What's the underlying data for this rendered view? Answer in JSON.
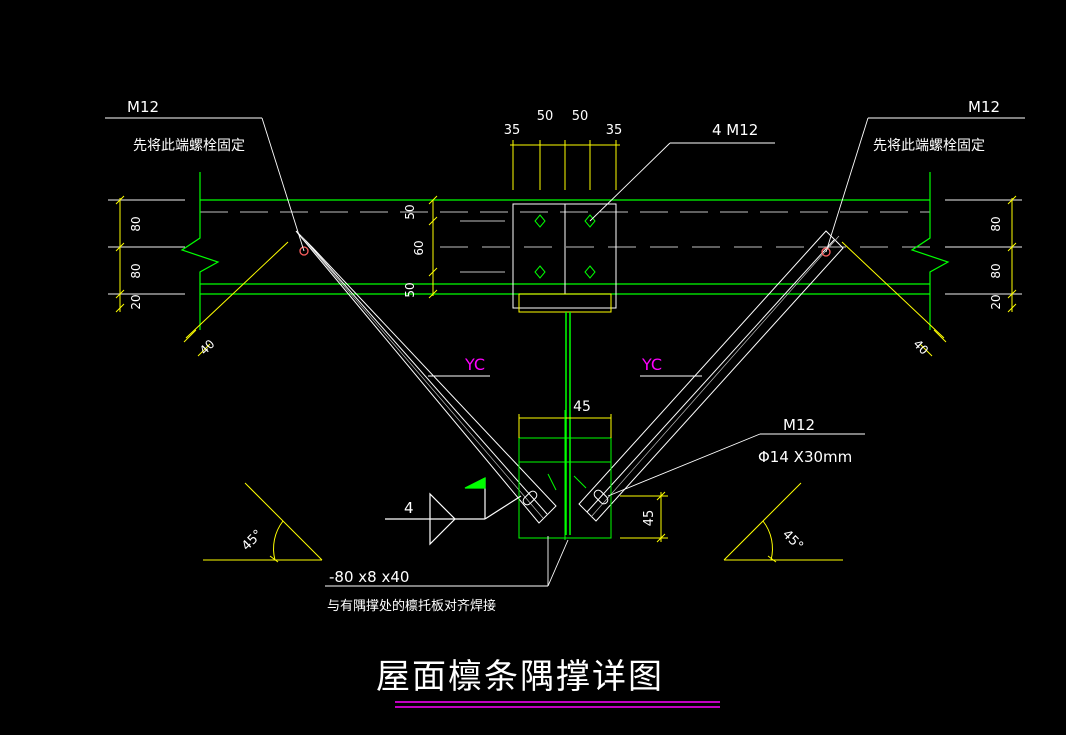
{
  "colors": {
    "background": "#000000",
    "green": "#00ff00",
    "yellow": "#ffff00",
    "white": "#ffffff",
    "magenta": "#ff00ff",
    "gray": "#c0c0c0",
    "red": "#ff0000"
  },
  "labels": {
    "bolt_left": "M12",
    "bolt_right": "M12",
    "note_left": "先将此端螺栓固定",
    "note_right": "先将此端螺栓固定",
    "bolts_center": "4 M12",
    "dim_35_left": "35",
    "dim_50_left": "50",
    "dim_50_right": "50",
    "dim_35_right": "35",
    "dim_v_50_top": "50",
    "dim_v_60": "60",
    "dim_v_50_bottom": "50",
    "purlin_80_top_left": "80",
    "purlin_80_bottom_left": "80",
    "purlin_20_left": "20",
    "purlin_80_top_right": "80",
    "purlin_80_bottom_right": "80",
    "purlin_20_right": "20",
    "edge_40_left": "40",
    "edge_40_right": "40",
    "member_left": "YC",
    "member_right": "YC",
    "dim_45_top": "45",
    "dim_45_side": "45",
    "bolt_detail": "M12",
    "hole_detail": "Φ14 X30mm",
    "weld_size": "4",
    "plate_spec": "-80 x8 x40",
    "plate_note": "与有隅撑处的檩托板对齐焊接",
    "angle_left": "45°",
    "angle_right": "45°",
    "title": "屋面檩条隅撑详图"
  }
}
